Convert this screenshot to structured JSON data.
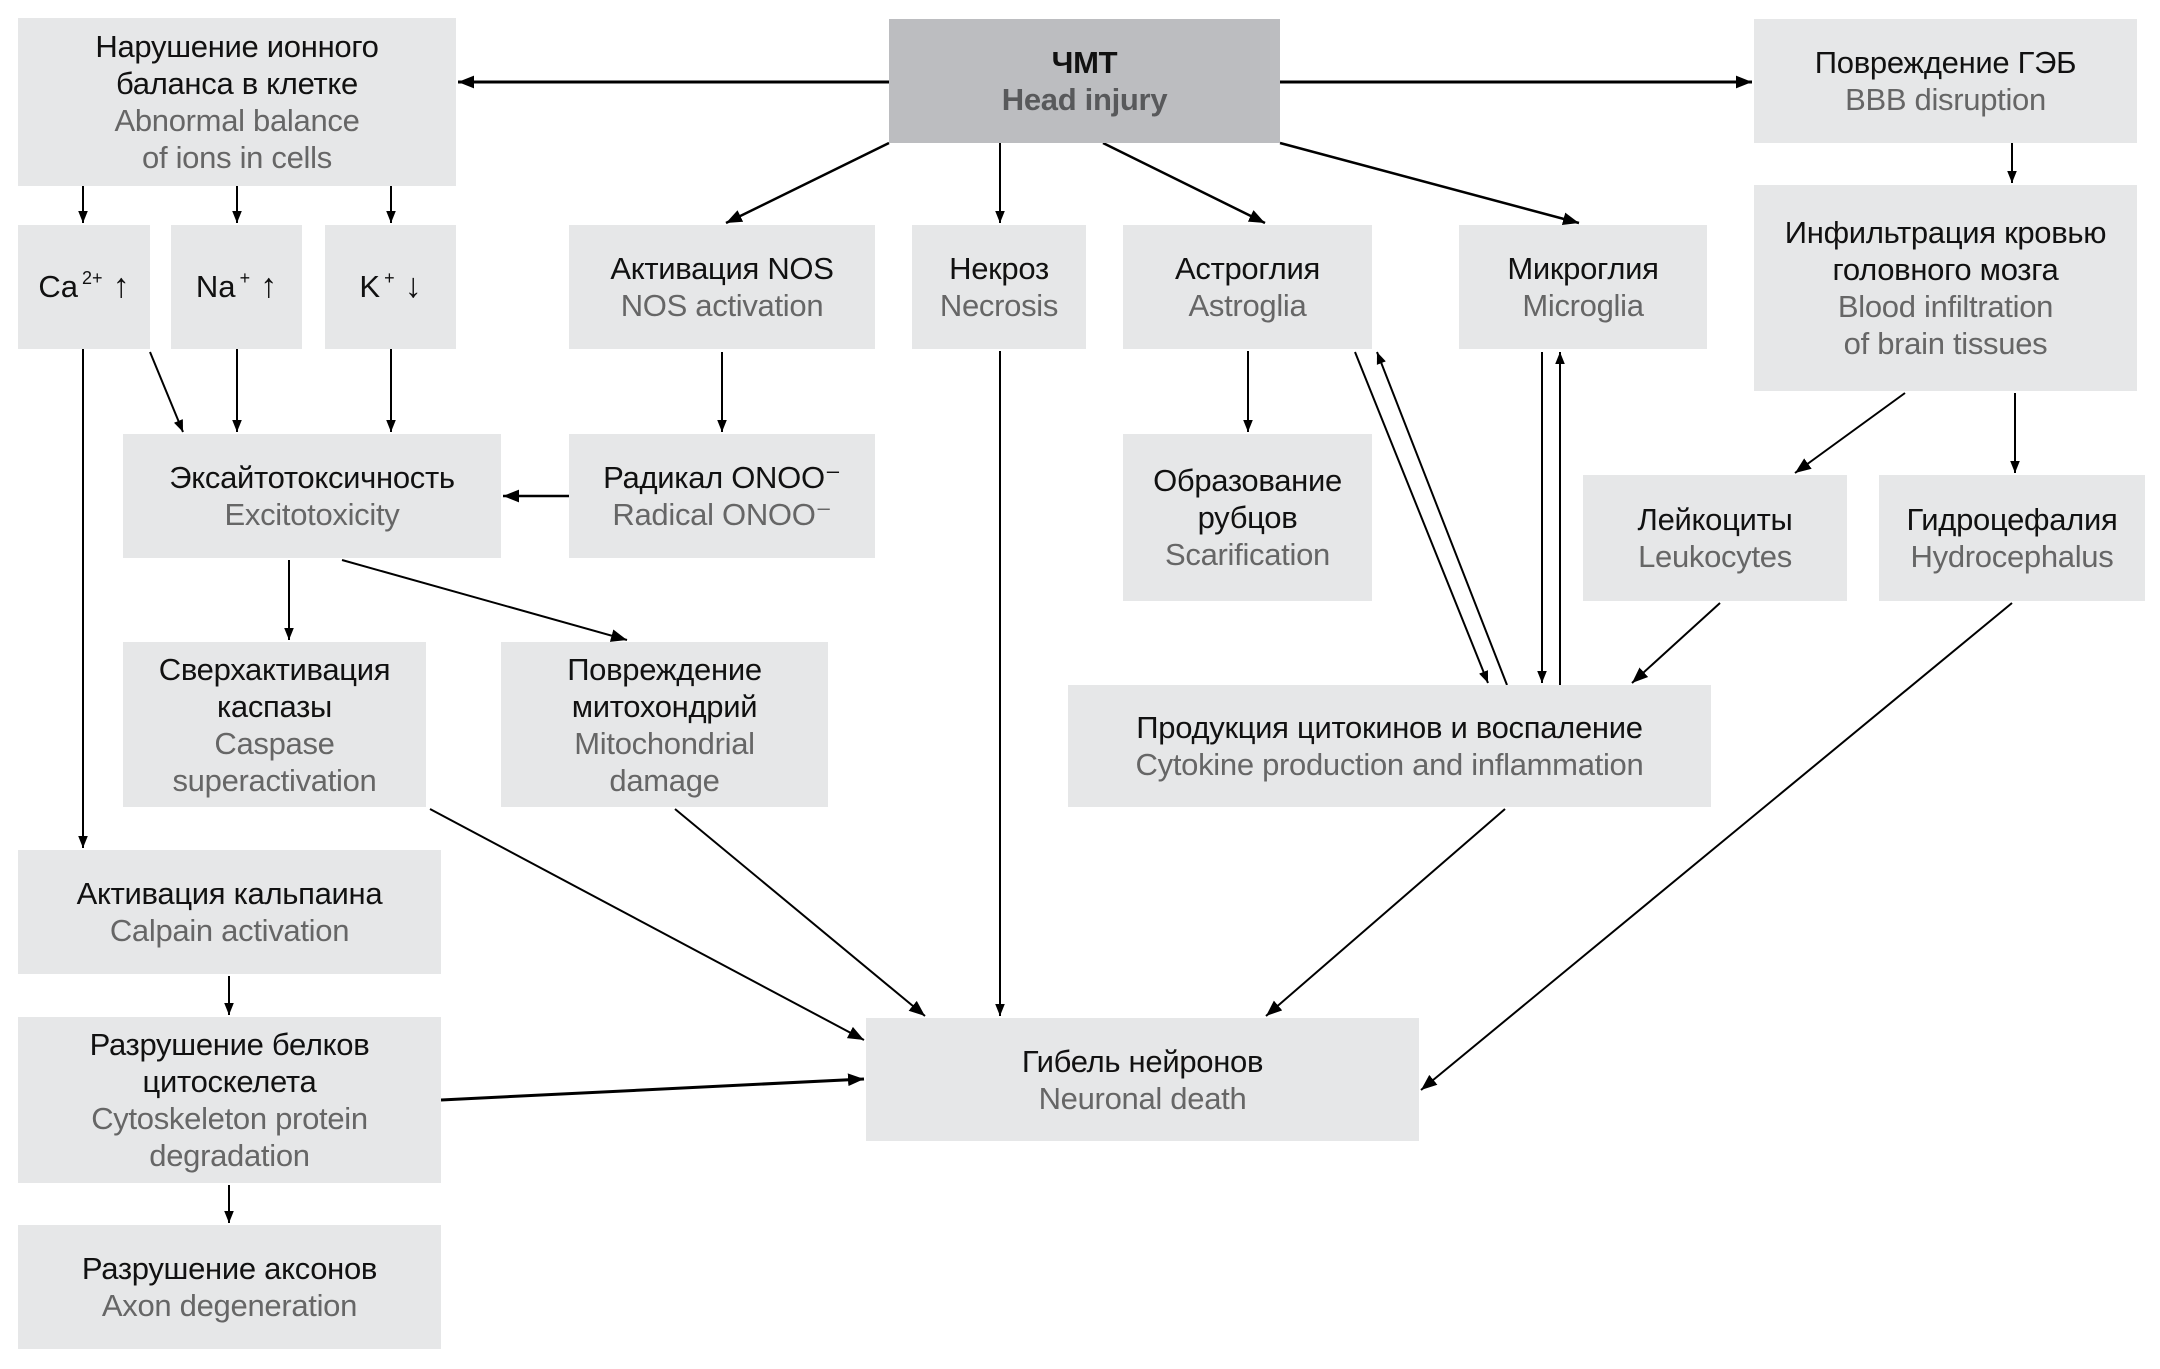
{
  "diagram": {
    "type": "flowchart",
    "colors": {
      "root_box": "#bcbdc0",
      "box": "#e6e7e8",
      "russian_text": "#111111",
      "english_text": "#666666",
      "arrow": "#000000"
    },
    "nodes": {
      "head_injury": {
        "ru": "ЧМТ",
        "en": "Head injury"
      },
      "ion_balance": {
        "ru": "Нарушение ионного\nбаланса в клетке",
        "en": "Abnormal balance\nof ions in cells"
      },
      "bbb": {
        "ru": "Повреждение ГЭБ",
        "en": "BBB disruption"
      },
      "ca": {
        "symbol": "Ca",
        "charge": "2+",
        "direction": "↑"
      },
      "na": {
        "symbol": "Na",
        "charge": "+",
        "direction": "↑"
      },
      "k": {
        "symbol": "K",
        "charge": "+",
        "direction": "↓"
      },
      "nos": {
        "ru": "Активация NOS",
        "en": "NOS activation"
      },
      "necrosis": {
        "ru": "Некроз",
        "en": "Necrosis"
      },
      "astroglia": {
        "ru": "Астроглия",
        "en": "Astroglia"
      },
      "microglia": {
        "ru": "Микроглия",
        "en": "Microglia"
      },
      "infiltration": {
        "ru": "Инфильтрация кровью\nголовного мозга",
        "en": "Blood infiltration\nof brain tissues"
      },
      "excitotoxicity": {
        "ru": "Эксайтотоксичность",
        "en": "Excitotoxicity"
      },
      "onoo": {
        "ru": "Радикал ONOO⁻",
        "en": "Radical ONOO⁻"
      },
      "scar": {
        "ru": "Образование\nрубцов",
        "en": "Scarification"
      },
      "leukocytes": {
        "ru": "Лейкоциты",
        "en": "Leukocytes"
      },
      "hydrocephalus": {
        "ru": "Гидроцефалия",
        "en": "Hydrocephalus"
      },
      "caspase": {
        "ru": "Сверхактивация\nкаспазы",
        "en": "Caspase\nsuperactivation"
      },
      "mito": {
        "ru": "Повреждение\nмитохондрий",
        "en": "Mitochondrial\ndamage"
      },
      "cytokine": {
        "ru": "Продукция цитокинов и воспаление",
        "en": "Cytokine production and inflammation"
      },
      "calpain": {
        "ru": "Активация кальпаина",
        "en": "Calpain activation"
      },
      "cytoskeleton": {
        "ru": "Разрушение белков\nцитоскелета",
        "en": "Cytoskeleton protein\ndegradation"
      },
      "axon": {
        "ru": "Разрушение аксонов",
        "en": "Axon degeneration"
      },
      "neuronal_death": {
        "ru": "Гибель нейронов",
        "en": "Neuronal death"
      }
    },
    "edges": [
      {
        "from": "head_injury",
        "to": "ion_balance"
      },
      {
        "from": "head_injury",
        "to": "bbb"
      },
      {
        "from": "head_injury",
        "to": "nos"
      },
      {
        "from": "head_injury",
        "to": "necrosis"
      },
      {
        "from": "head_injury",
        "to": "astroglia"
      },
      {
        "from": "head_injury",
        "to": "microglia"
      },
      {
        "from": "ion_balance",
        "to": "ca"
      },
      {
        "from": "ion_balance",
        "to": "na"
      },
      {
        "from": "ion_balance",
        "to": "k"
      },
      {
        "from": "ca",
        "to": "excitotoxicity"
      },
      {
        "from": "na",
        "to": "excitotoxicity"
      },
      {
        "from": "k",
        "to": "excitotoxicity"
      },
      {
        "from": "ca",
        "to": "calpain"
      },
      {
        "from": "nos",
        "to": "onoo"
      },
      {
        "from": "onoo",
        "to": "excitotoxicity"
      },
      {
        "from": "excitotoxicity",
        "to": "caspase"
      },
      {
        "from": "excitotoxicity",
        "to": "mito"
      },
      {
        "from": "caspase",
        "to": "neuronal_death"
      },
      {
        "from": "mito",
        "to": "neuronal_death"
      },
      {
        "from": "necrosis",
        "to": "neuronal_death"
      },
      {
        "from": "astroglia",
        "to": "scar"
      },
      {
        "from": "astroglia",
        "to": "cytokine"
      },
      {
        "from": "cytokine",
        "to": "astroglia"
      },
      {
        "from": "microglia",
        "to": "cytokine"
      },
      {
        "from": "cytokine",
        "to": "microglia"
      },
      {
        "from": "bbb",
        "to": "infiltration"
      },
      {
        "from": "infiltration",
        "to": "leukocytes"
      },
      {
        "from": "infiltration",
        "to": "hydrocephalus"
      },
      {
        "from": "leukocytes",
        "to": "cytokine"
      },
      {
        "from": "cytokine",
        "to": "neuronal_death"
      },
      {
        "from": "hydrocephalus",
        "to": "neuronal_death"
      },
      {
        "from": "calpain",
        "to": "cytoskeleton"
      },
      {
        "from": "cytoskeleton",
        "to": "axon"
      },
      {
        "from": "cytoskeleton",
        "to": "neuronal_death"
      }
    ]
  }
}
